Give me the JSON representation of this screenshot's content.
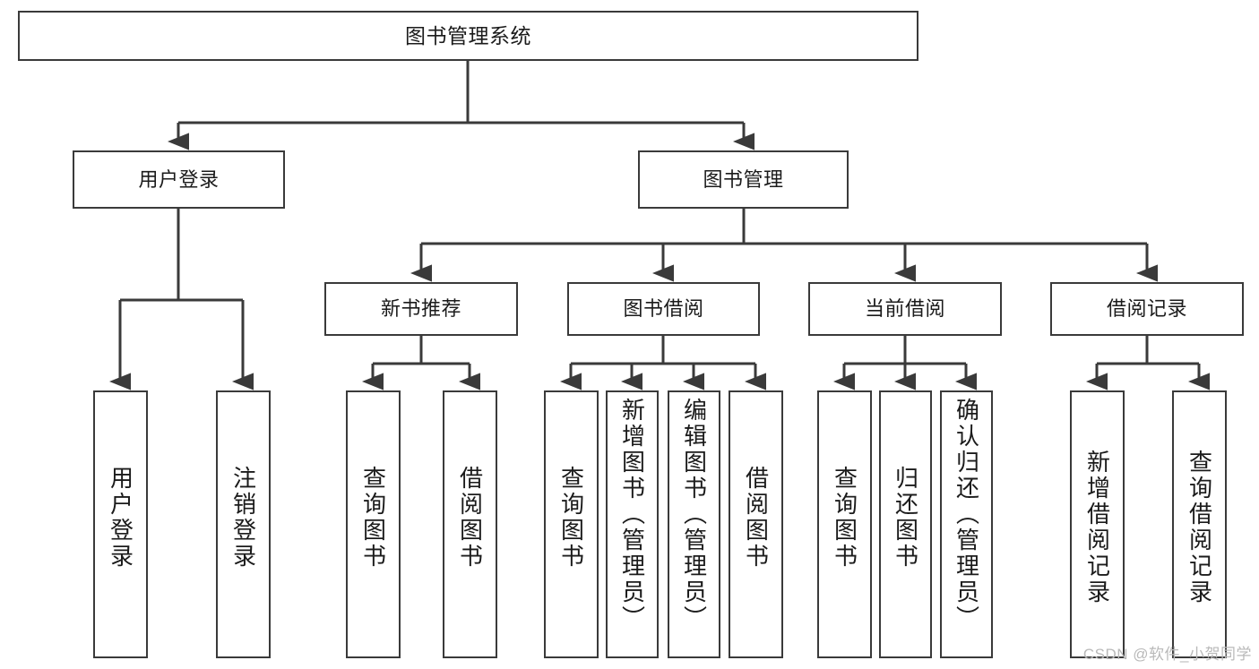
{
  "diagram": {
    "title": "图书管理系统",
    "type": "tree",
    "watermark": "CSDN @软件_小贺同学",
    "colors": {
      "box_border": "#3a3a3a",
      "box_fill": "#ffffff",
      "edge": "#3a3a3a",
      "text": "#1b1b1b",
      "watermark": "#b9b9b9"
    },
    "levels": {
      "root": "图书管理系统",
      "level2": [
        "用户登录",
        "图书管理"
      ],
      "level3": [
        "新书推荐",
        "图书借阅",
        "当前借阅",
        "借阅记录"
      ]
    },
    "nodes": {
      "root": {
        "label": "图书管理系统"
      },
      "user_login": {
        "label": "用户登录"
      },
      "book_manage": {
        "label": "图书管理"
      },
      "new_book_rec": {
        "label": "新书推荐"
      },
      "book_borrow": {
        "label": "图书借阅"
      },
      "current_borrow": {
        "label": "当前借阅"
      },
      "borrow_record": {
        "label": "借阅记录"
      },
      "leaf_user_login": {
        "label": "用户登录"
      },
      "leaf_user_logout": {
        "label": "注销登录"
      },
      "leaf_rec_query": {
        "label": "查询图书"
      },
      "leaf_rec_borrow": {
        "label": "借阅图书"
      },
      "leaf_borrow_query": {
        "label": "查询图书"
      },
      "leaf_borrow_add": {
        "label": "新增图书（管理员）"
      },
      "leaf_borrow_edit": {
        "label": "编辑图书（管理员）"
      },
      "leaf_borrow_borrow": {
        "label": "借阅图书"
      },
      "leaf_cur_query": {
        "label": "查询图书"
      },
      "leaf_cur_return": {
        "label": "归还图书"
      },
      "leaf_cur_confirm": {
        "label": "确认归还（管理员）"
      },
      "leaf_rec_add": {
        "label": "新增借阅记录"
      },
      "leaf_rec_query2": {
        "label": "查询借阅记录"
      }
    },
    "edges": [
      {
        "from": "root",
        "to": "用户登录"
      },
      {
        "from": "root",
        "to": "图书管理"
      },
      {
        "from": "用户登录",
        "to": "用户登录(叶)"
      },
      {
        "from": "用户登录",
        "to": "注销登录"
      },
      {
        "from": "图书管理",
        "to": "新书推荐"
      },
      {
        "from": "图书管理",
        "to": "图书借阅"
      },
      {
        "from": "图书管理",
        "to": "当前借阅"
      },
      {
        "from": "图书管理",
        "to": "借阅记录"
      },
      {
        "from": "新书推荐",
        "to": "查询图书"
      },
      {
        "from": "新书推荐",
        "to": "借阅图书"
      },
      {
        "from": "图书借阅",
        "to": "查询图书"
      },
      {
        "from": "图书借阅",
        "to": "新增图书（管理员）"
      },
      {
        "from": "图书借阅",
        "to": "编辑图书（管理员）"
      },
      {
        "from": "图书借阅",
        "to": "借阅图书"
      },
      {
        "from": "当前借阅",
        "to": "查询图书"
      },
      {
        "from": "当前借阅",
        "to": "归还图书"
      },
      {
        "from": "当前借阅",
        "to": "确认归还（管理员）"
      },
      {
        "from": "借阅记录",
        "to": "新增借阅记录"
      },
      {
        "from": "借阅记录",
        "to": "查询借阅记录"
      }
    ]
  }
}
